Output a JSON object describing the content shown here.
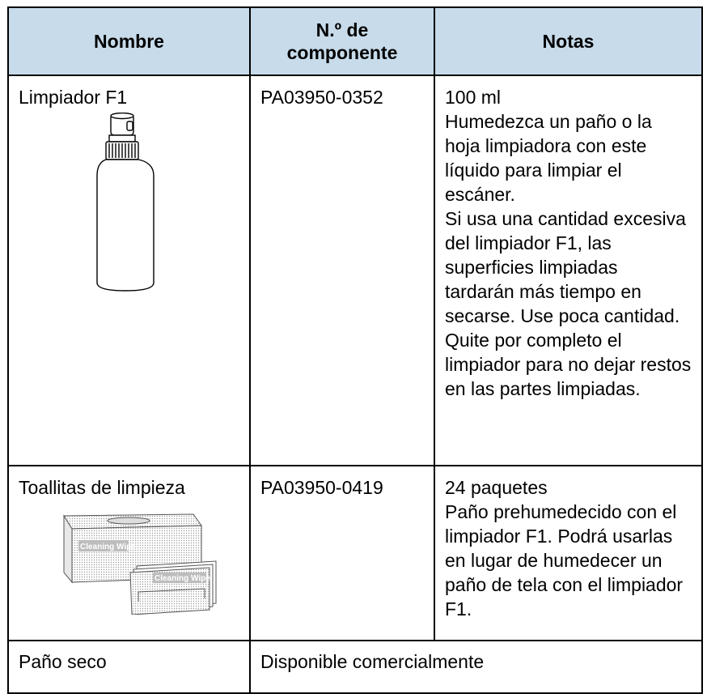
{
  "table": {
    "headers": [
      "Nombre",
      "N.º de\ncomponente",
      "Notas"
    ],
    "rows": [
      {
        "name": "Limpiador F1",
        "part": "PA03950-0352",
        "notes": "100 ml\nHumedezca un paño o la hoja limpiadora con este líquido para limpiar el escáner.\nSi usa una cantidad excesiva del limpiador F1, las superficies limpiadas tardarán más tiempo en secarse. Use poca cantidad. Quite por completo el limpiador para no dejar restos en las partes limpiadas."
      },
      {
        "name": "Toallitas de limpieza",
        "part": "PA03950-0419",
        "notes": "24 paquetes\nPaño prehumedecido con el limpiador F1. Podrá usarlas en lugar de humedecer un paño de tela con el limpiador F1.",
        "image_label_1": "Cleaning Wipe",
        "image_label_2": "Cleaning Wipe"
      },
      {
        "name": "Paño seco",
        "availability": "Disponible comercialmente"
      }
    ]
  }
}
